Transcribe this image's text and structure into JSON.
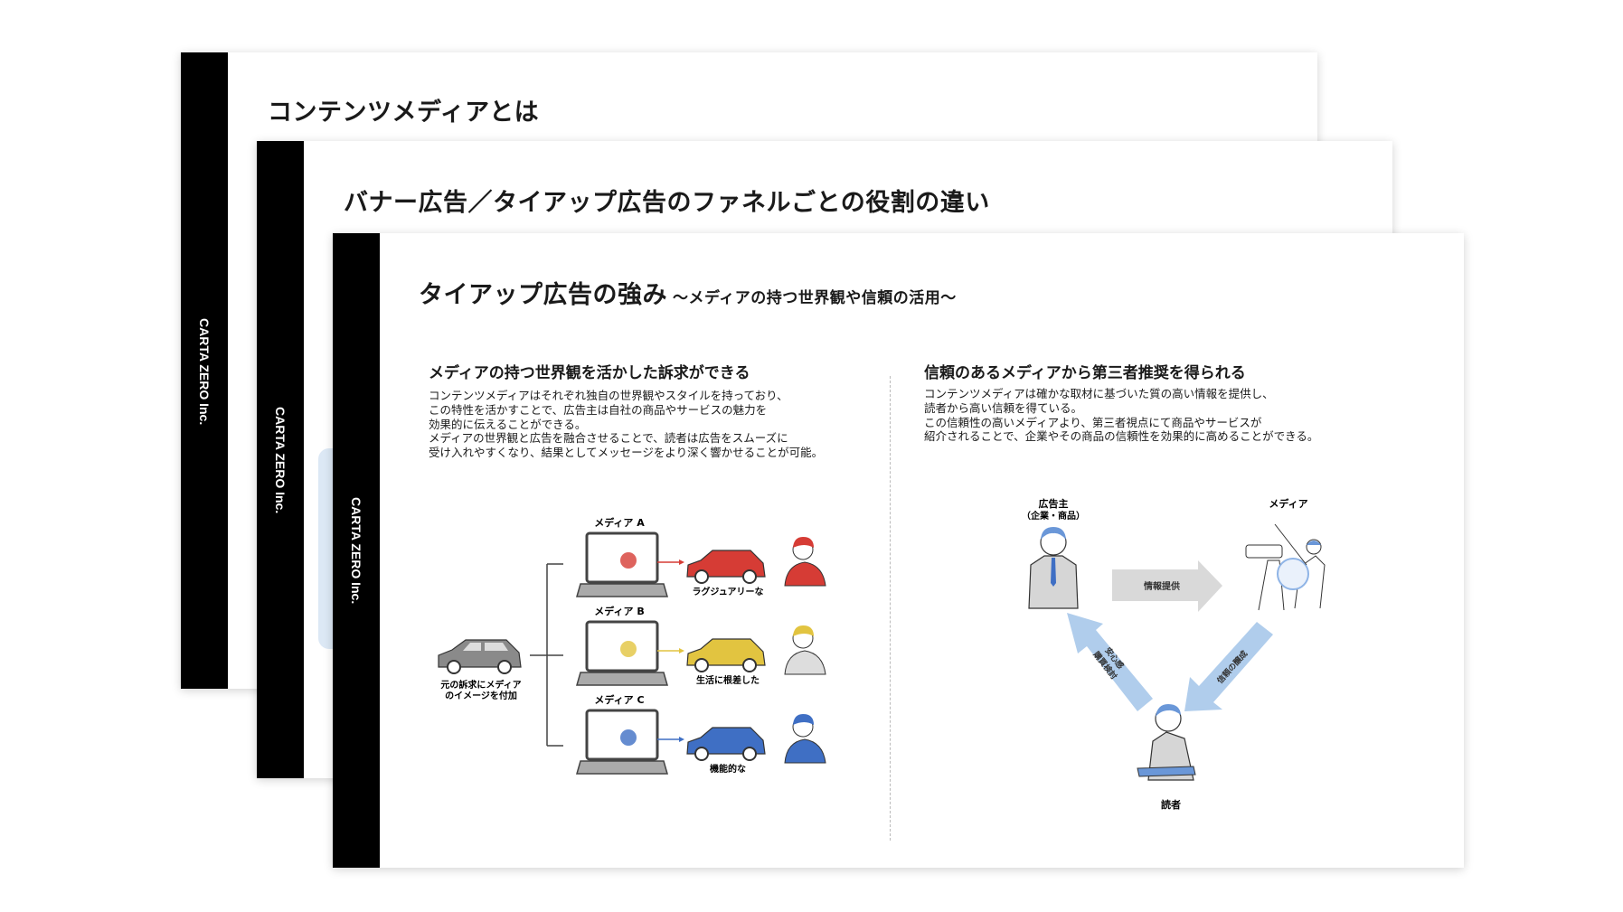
{
  "slides": [
    {
      "brand": "CARTA ZERO Inc.",
      "title": "コンテンツメディアとは"
    },
    {
      "brand": "CARTA ZERO Inc.",
      "title": "バナー広告／タイアップ広告のファネルごとの役割の違い"
    },
    {
      "brand": "CARTA ZERO Inc.",
      "title": "タイアップ広告の強み",
      "subtitle": "～メディアの持つ世界観や信頼の活用～",
      "left": {
        "heading": "メディアの持つ世界観を活かした訴求ができる",
        "lines": [
          "コンテンツメディアはそれぞれ独自の世界観やスタイルを持っており、",
          "この特性を活かすことで、広告主は自社の商品やサービスの魅力を",
          "効果的に伝えることができる。",
          "メディアの世界観と広告を融合させることで、読者は広告をスムーズに",
          "受け入れやすくなり、結果としてメッセージをより深く響かせることが可能。"
        ],
        "diagram": {
          "source_caption": [
            "元の訴求にメディア",
            "のイメージを付加"
          ],
          "media": [
            {
              "label": "メディア A",
              "result": "ラグジュアリーな",
              "color": "#d63c35"
            },
            {
              "label": "メディア B",
              "result": "生活に根差した",
              "color": "#e2c440"
            },
            {
              "label": "メディア C",
              "result": "機能的な",
              "color": "#3f6fc4"
            }
          ]
        }
      },
      "right": {
        "heading": "信頼のあるメディアから第三者推奨を得られる",
        "lines": [
          "コンテンツメディアは確かな取材に基づいた質の高い情報を提供し、",
          "読者から高い信頼を得ている。",
          "この信頼性の高いメディアより、第三者視点にて商品やサービスが",
          "紹介されることで、企業やその商品の信頼性を効果的に高めることができる。"
        ],
        "diagram": {
          "advertiser": [
            "広告主",
            "（企業・商品）"
          ],
          "media": "メディア",
          "reader": "読者",
          "arrow_info": "情報提供",
          "arrow_trust": "信頼の醸成",
          "arrow_relief": [
            "安心感",
            "購買検討"
          ]
        }
      }
    }
  ]
}
